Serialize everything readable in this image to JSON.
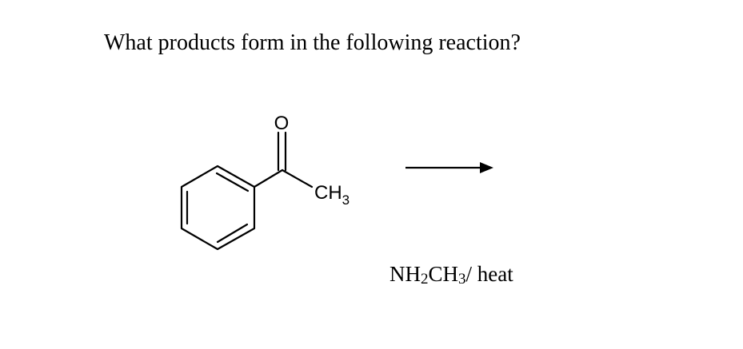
{
  "question": {
    "text": "What products form in the following reaction?"
  },
  "molecule": {
    "oxygen_label": "O",
    "methyl_label": "CH",
    "methyl_subscript": "3"
  },
  "reagent": {
    "part1": "NH",
    "sub1": "2",
    "part2": "CH",
    "sub2": "3",
    "part3": "/ heat"
  },
  "colors": {
    "ink": "#000000",
    "background": "#ffffff"
  }
}
